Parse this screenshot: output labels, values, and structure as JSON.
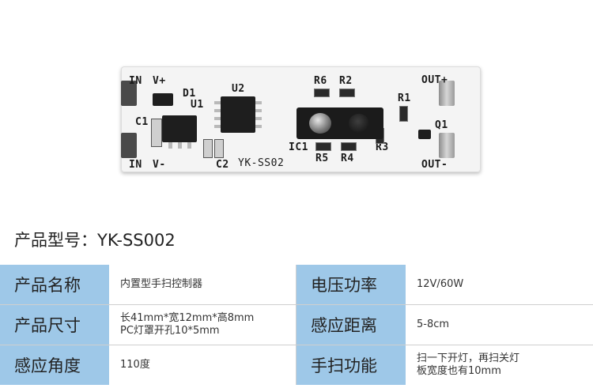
{
  "pcb": {
    "labels": {
      "in_top": "IN",
      "v_plus": "V+",
      "in_bottom": "IN",
      "v_minus": "V-",
      "d1": "D1",
      "u1": "U1",
      "c1": "C1",
      "u2": "U2",
      "r6": "R6",
      "r2": "R2",
      "r1": "R1",
      "r3": "R3",
      "r5": "R5",
      "r4": "R4",
      "ic1": "IC1",
      "c2": "C2",
      "q1": "Q1",
      "out_plus": "OUT+",
      "out_minus": "OUT-",
      "model": "YK-SS02"
    }
  },
  "model": {
    "label": "产品型号：",
    "value": "YK-SS002"
  },
  "spec": {
    "rows": [
      {
        "label1": "产品名称",
        "value1": [
          "内置型手扫控制器"
        ],
        "label2": "电压功率",
        "value2": [
          "12V/60W"
        ]
      },
      {
        "label1": "产品尺寸",
        "value1": [
          "长41mm*宽12mm*高8mm",
          "PC灯罩开孔10*5mm"
        ],
        "label2": "感应距离",
        "value2": [
          "5-8cm"
        ]
      },
      {
        "label1": "感应角度",
        "value1": [
          "110度"
        ],
        "label2": "手扫功能",
        "value2": [
          "扫一下开灯，再扫关灯",
          "板宽度也有10mm"
        ]
      }
    ]
  }
}
